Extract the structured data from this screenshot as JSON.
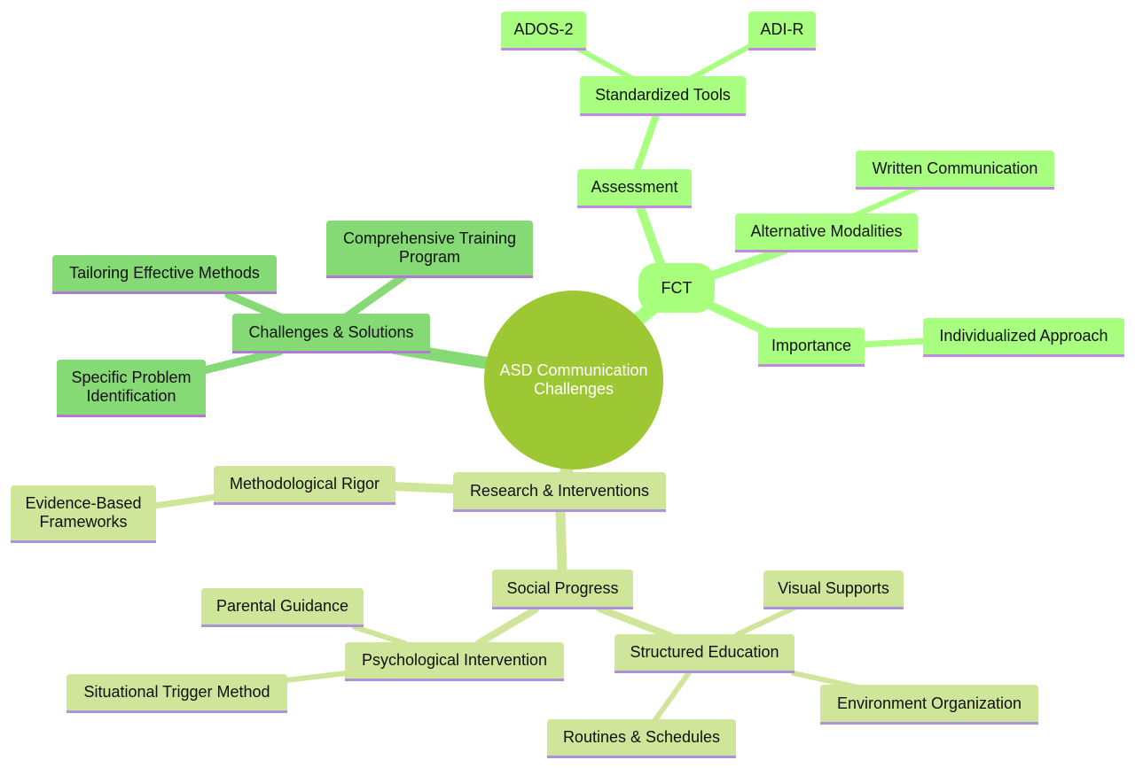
{
  "root": {
    "label": "ASD Communication Challenges"
  },
  "fct": {
    "label": "FCT",
    "assessment": "Assessment",
    "standardized_tools": "Standardized Tools",
    "ados2": "ADOS-2",
    "adir": "ADI-R",
    "alternative_modalities": "Alternative Modalities",
    "written_communication": "Written Communication",
    "importance": "Importance",
    "individualized_approach": "Individualized Approach"
  },
  "challenges": {
    "label": "Challenges & Solutions",
    "training_program": "Comprehensive Training Program",
    "tailoring": "Tailoring Effective Methods",
    "problem_identification": "Specific Problem Identification"
  },
  "research": {
    "label": "Research & Interventions",
    "methodological_rigor": "Methodological Rigor",
    "evidence_based": "Evidence-Based Frameworks",
    "social_progress": "Social Progress",
    "psychological_intervention": "Psychological Intervention",
    "parental_guidance": "Parental Guidance",
    "situational_trigger": "Situational Trigger Method",
    "structured_education": "Structured Education",
    "visual_supports": "Visual Supports",
    "environment_organization": "Environment Organization",
    "routines_schedules": "Routines & Schedules"
  },
  "colors": {
    "root": "#9dc733",
    "fct_branch": "#a9ff7f",
    "challenges_branch": "#86da75",
    "research_branch": "#cfe59a",
    "underline": "#c08ae0"
  }
}
